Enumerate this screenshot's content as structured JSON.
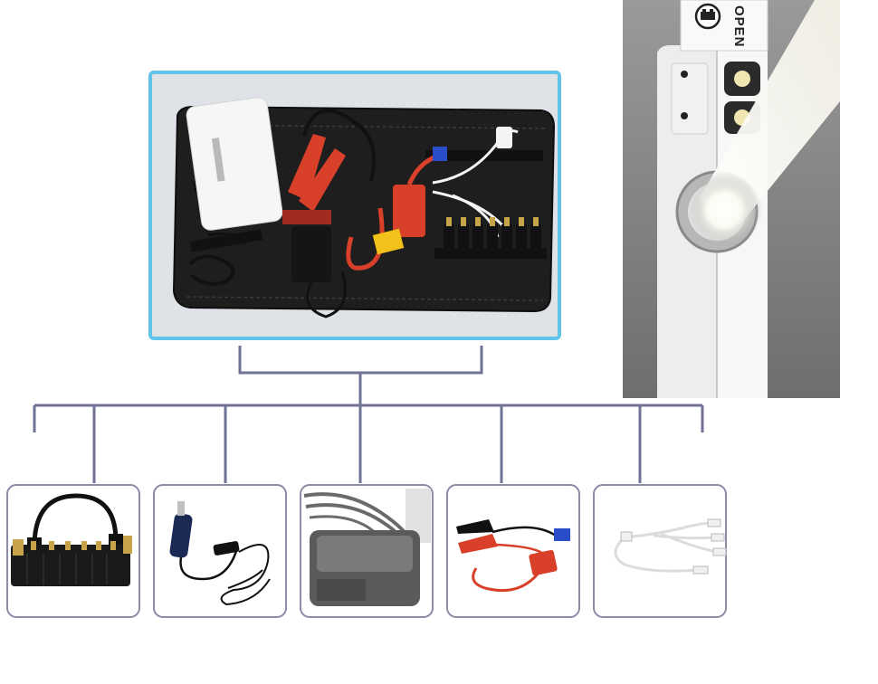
{
  "flashlight": {
    "label": "OPEN",
    "icon": "car-battery-icon"
  },
  "main_photo": {
    "icon": "carry-case-kit-icon"
  },
  "accessories": [
    {
      "name": "laptop-tips",
      "icon": "laptop-connector-tips-icon"
    },
    {
      "name": "car-charger",
      "icon": "car-charger-cable-icon"
    },
    {
      "name": "wall-adapter",
      "icon": "ac-wall-adapter-icon"
    },
    {
      "name": "jumper-clamps",
      "icon": "jumper-clamp-cable-icon"
    },
    {
      "name": "usb-cable",
      "icon": "multi-usb-cable-icon"
    }
  ],
  "colors": {
    "frame_blue": "#5fc3ea",
    "connector_line": "#6f7296",
    "card_border": "#8a8ca8",
    "case_black": "#1e1e1e",
    "clamp_red": "#d8402a",
    "jumper_yellow": "#f2c21b"
  }
}
